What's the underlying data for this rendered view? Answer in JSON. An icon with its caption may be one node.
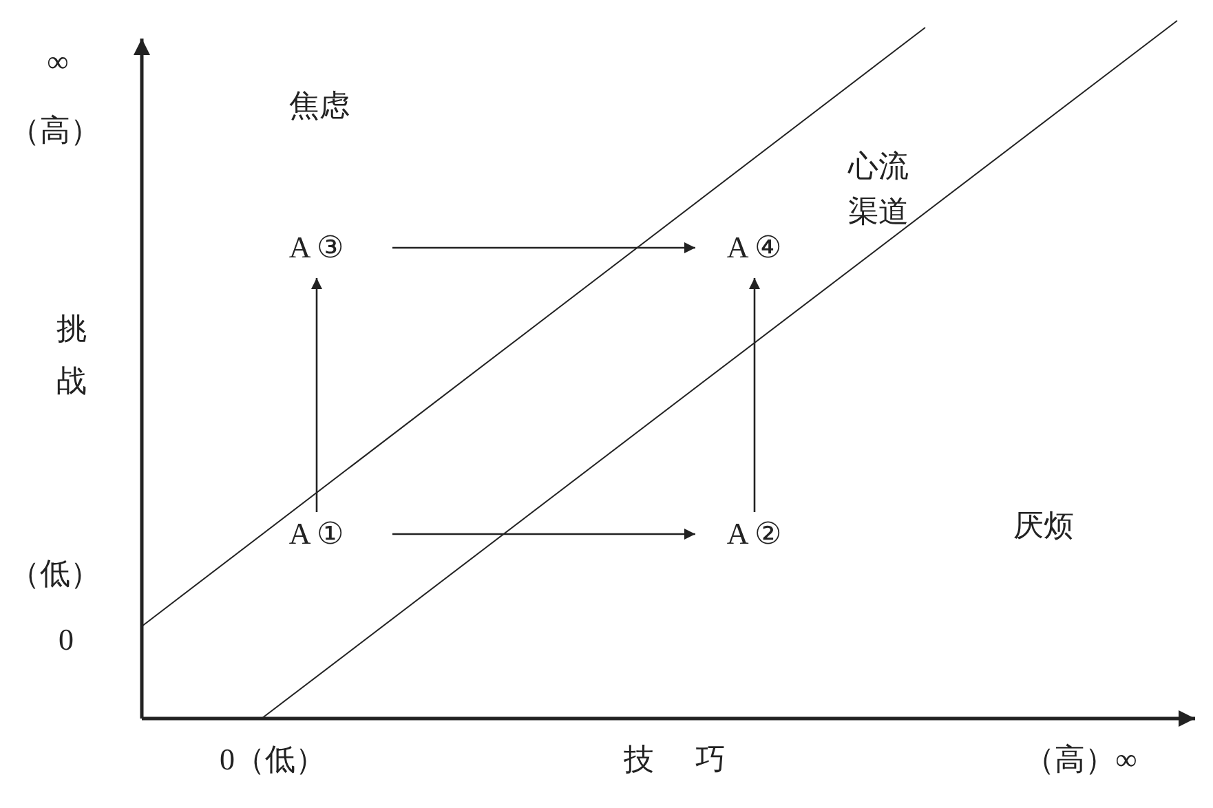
{
  "diagram": {
    "nodes": [
      {
        "text": [
          "A ①"
        ]
      },
      {
        "text": [
          "A ②"
        ]
      },
      {
        "text": [
          "A ③"
        ]
      },
      {
        "text": [
          "A ④"
        ]
      }
    ],
    "edges": [
      {
        "from": 0,
        "to": 1,
        "arrow": "to"
      },
      {
        "from": 0,
        "to": 2,
        "arrow": "to"
      },
      {
        "from": 2,
        "to": 3,
        "arrow": "to"
      },
      {
        "from": 1,
        "to": 3,
        "arrow": "to"
      }
    ],
    "labels": [
      "∞",
      "（高）",
      "焦虑",
      "心流渠道",
      "挑战",
      "厌烦",
      "（低）",
      "0",
      "0（低）",
      "技巧",
      "（高）∞"
    ]
  }
}
